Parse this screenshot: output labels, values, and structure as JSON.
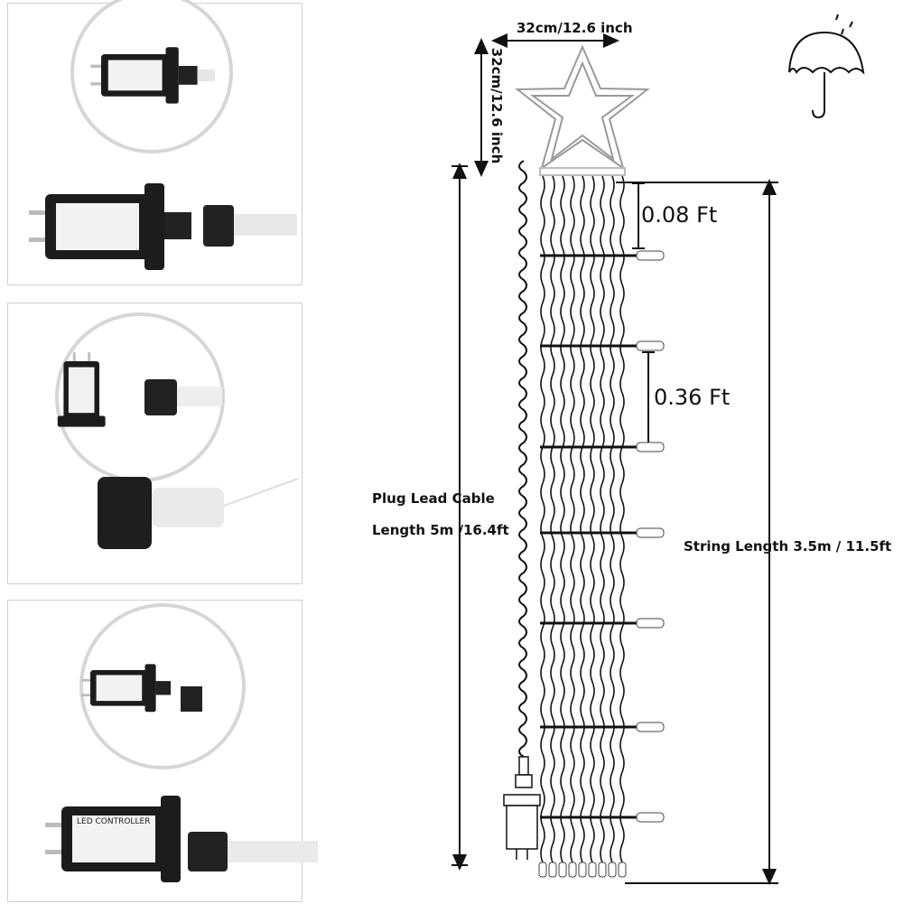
{
  "dimensions": {
    "star_width": "32cm/12.6 inch",
    "star_height": "32cm/12.6 inch",
    "top_spacing": "0.08 Ft",
    "bulb_spacing": "0.36 Ft",
    "lead_cable_line1": "Plug Lead Cable",
    "lead_cable_line2": "Length 5m /16.4ft",
    "string_length": "String Length 3.5m / 11.5ft"
  },
  "adapter_label": "LED CONTROLLER",
  "icons": [
    "umbrella-rain-icon",
    "star-light",
    "led-controller-adapter"
  ],
  "colors": {
    "line": "#111111",
    "adapter": "#1c1c1c",
    "panel_border": "#cfcfcf",
    "circle": "#d6d6d6"
  }
}
